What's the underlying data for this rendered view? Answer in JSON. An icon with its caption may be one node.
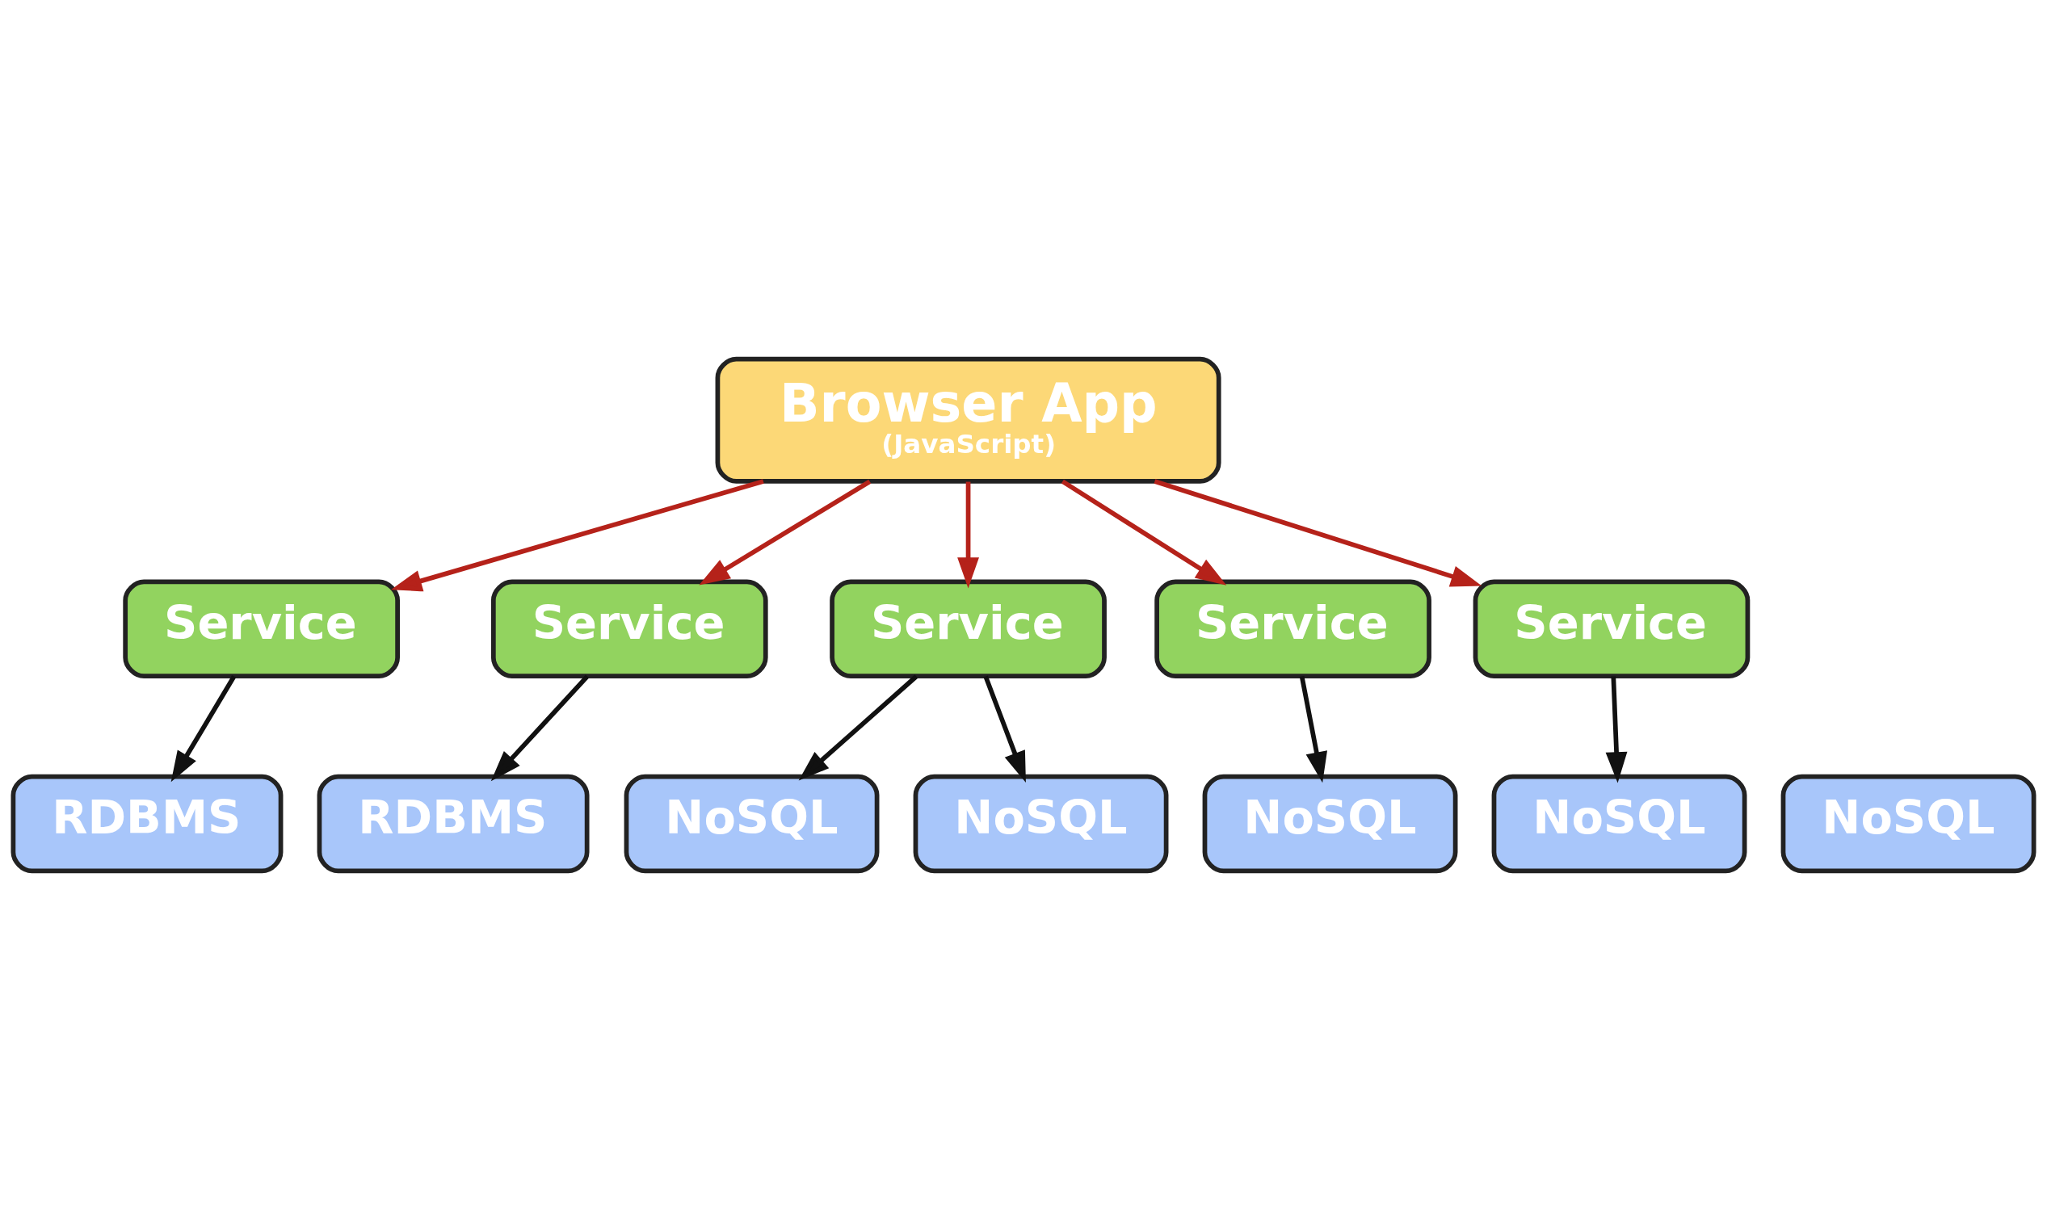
{
  "diagram": {
    "nodes": [
      {
        "text": [
          "Browser App",
          "(JavaScript)"
        ]
      },
      {
        "text": [
          "Service"
        ]
      },
      {
        "text": [
          "Service"
        ]
      },
      {
        "text": [
          "Service"
        ]
      },
      {
        "text": [
          "Service"
        ]
      },
      {
        "text": [
          "Service"
        ]
      },
      {
        "text": [
          "RDBMS"
        ]
      },
      {
        "text": [
          "RDBMS"
        ]
      },
      {
        "text": [
          "NoSQL"
        ]
      },
      {
        "text": [
          "NoSQL"
        ]
      },
      {
        "text": [
          "NoSQL"
        ]
      },
      {
        "text": [
          "NoSQL"
        ]
      },
      {
        "text": [
          "NoSQL"
        ]
      }
    ],
    "edges": [
      {
        "from": 0,
        "to": 1,
        "arrow": "to",
        "color": "#b5221a"
      },
      {
        "from": 0,
        "to": 2,
        "arrow": "to",
        "color": "#b5221a"
      },
      {
        "from": 0,
        "to": 3,
        "arrow": "to",
        "color": "#b5221a"
      },
      {
        "from": 0,
        "to": 4,
        "arrow": "to",
        "color": "#b5221a"
      },
      {
        "from": 0,
        "to": 5,
        "arrow": "to",
        "color": "#b5221a"
      },
      {
        "from": 1,
        "to": 6,
        "arrow": "to"
      },
      {
        "from": 2,
        "to": 7,
        "arrow": "to"
      },
      {
        "from": 3,
        "to": 8,
        "arrow": "to"
      },
      {
        "from": 3,
        "to": 9,
        "arrow": "to"
      },
      {
        "from": 4,
        "to": 11,
        "arrow": "to"
      },
      {
        "from": 5,
        "to": 10,
        "arrow": "to"
      }
    ]
  }
}
